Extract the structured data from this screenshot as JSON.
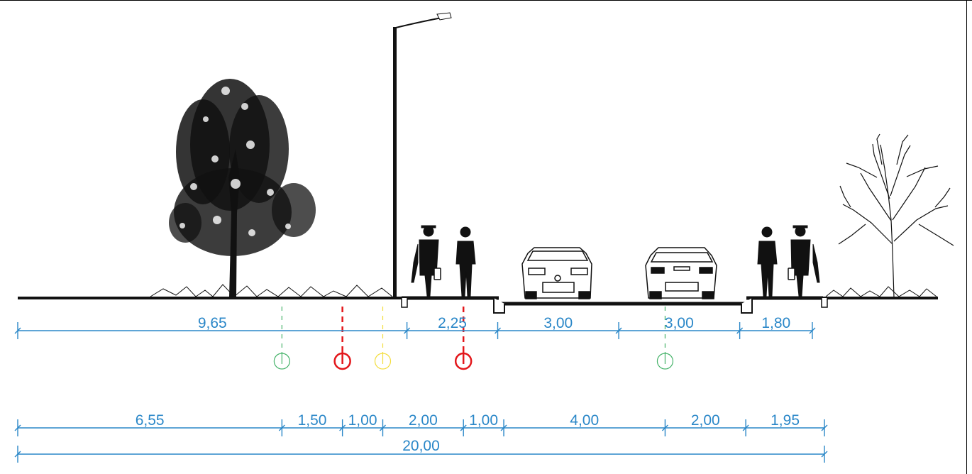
{
  "drawing": {
    "type": "street cross-section",
    "colors": {
      "dimension": "#2a87c8",
      "utility_green": "#46b36a",
      "utility_red": "#e3171b",
      "utility_yellow": "#f3dd3c",
      "linework": "#111111"
    }
  },
  "surface_dimensions": [
    {
      "label": "9,65",
      "value": 9.65
    },
    {
      "label": "2,25",
      "value": 2.25
    },
    {
      "label": "3,00",
      "value": 3.0
    },
    {
      "label": "3,00",
      "value": 3.0
    },
    {
      "label": "1,80",
      "value": 1.8
    }
  ],
  "utility_dimensions": [
    {
      "label": "6,55",
      "value": 6.55
    },
    {
      "label": "1,50",
      "value": 1.5
    },
    {
      "label": "1,00",
      "value": 1.0
    },
    {
      "label": "2,00",
      "value": 2.0
    },
    {
      "label": "1,00",
      "value": 1.0
    },
    {
      "label": "4,00",
      "value": 4.0
    },
    {
      "label": "2,00",
      "value": 2.0
    },
    {
      "label": "1,95",
      "value": 1.95
    }
  ],
  "total_dimension": {
    "label": "20,00",
    "value": 20.0
  },
  "utilities": [
    {
      "name": "utility-1",
      "color": "green",
      "offset_m": 6.55
    },
    {
      "name": "utility-2",
      "color": "red",
      "offset_m": 8.05
    },
    {
      "name": "utility-3",
      "color": "yellow",
      "offset_m": 9.05
    },
    {
      "name": "utility-4",
      "color": "red",
      "offset_m": 11.05
    },
    {
      "name": "utility-5",
      "color": "green",
      "offset_m": 16.05
    }
  ]
}
